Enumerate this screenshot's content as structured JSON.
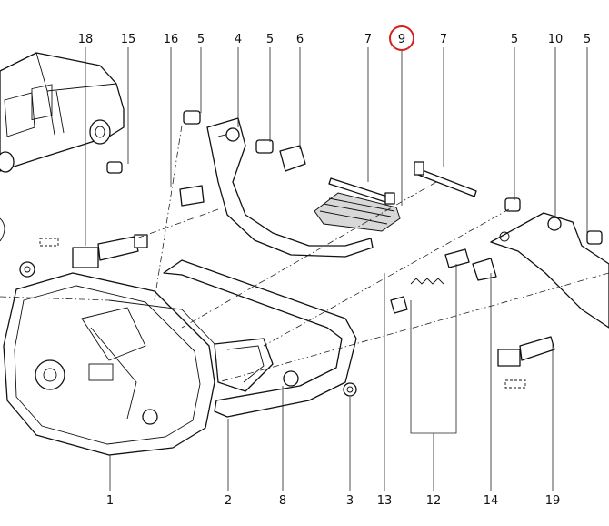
{
  "callouts": {
    "top": [
      {
        "id": "t18",
        "label": "18"
      },
      {
        "id": "t15",
        "label": "15"
      },
      {
        "id": "t16",
        "label": "16"
      },
      {
        "id": "t5a",
        "label": "5"
      },
      {
        "id": "t4",
        "label": "4"
      },
      {
        "id": "t5b",
        "label": "5"
      },
      {
        "id": "t6",
        "label": "6"
      },
      {
        "id": "t7a",
        "label": "7"
      },
      {
        "id": "t9",
        "label": "9"
      },
      {
        "id": "t7b",
        "label": "7"
      },
      {
        "id": "t5c",
        "label": "5"
      },
      {
        "id": "t10",
        "label": "10"
      },
      {
        "id": "t5d",
        "label": "5"
      }
    ],
    "bottom": [
      {
        "id": "b1",
        "label": "1"
      },
      {
        "id": "b2",
        "label": "2"
      },
      {
        "id": "b8",
        "label": "8"
      },
      {
        "id": "b3",
        "label": "3"
      },
      {
        "id": "b13",
        "label": "13"
      },
      {
        "id": "b12",
        "label": "12"
      },
      {
        "id": "b14",
        "label": "14"
      },
      {
        "id": "b19",
        "label": "19"
      }
    ]
  },
  "highlight": {
    "label": "9",
    "color": "#d62020"
  },
  "colors": {
    "line": "#111111",
    "background": "#ffffff"
  }
}
